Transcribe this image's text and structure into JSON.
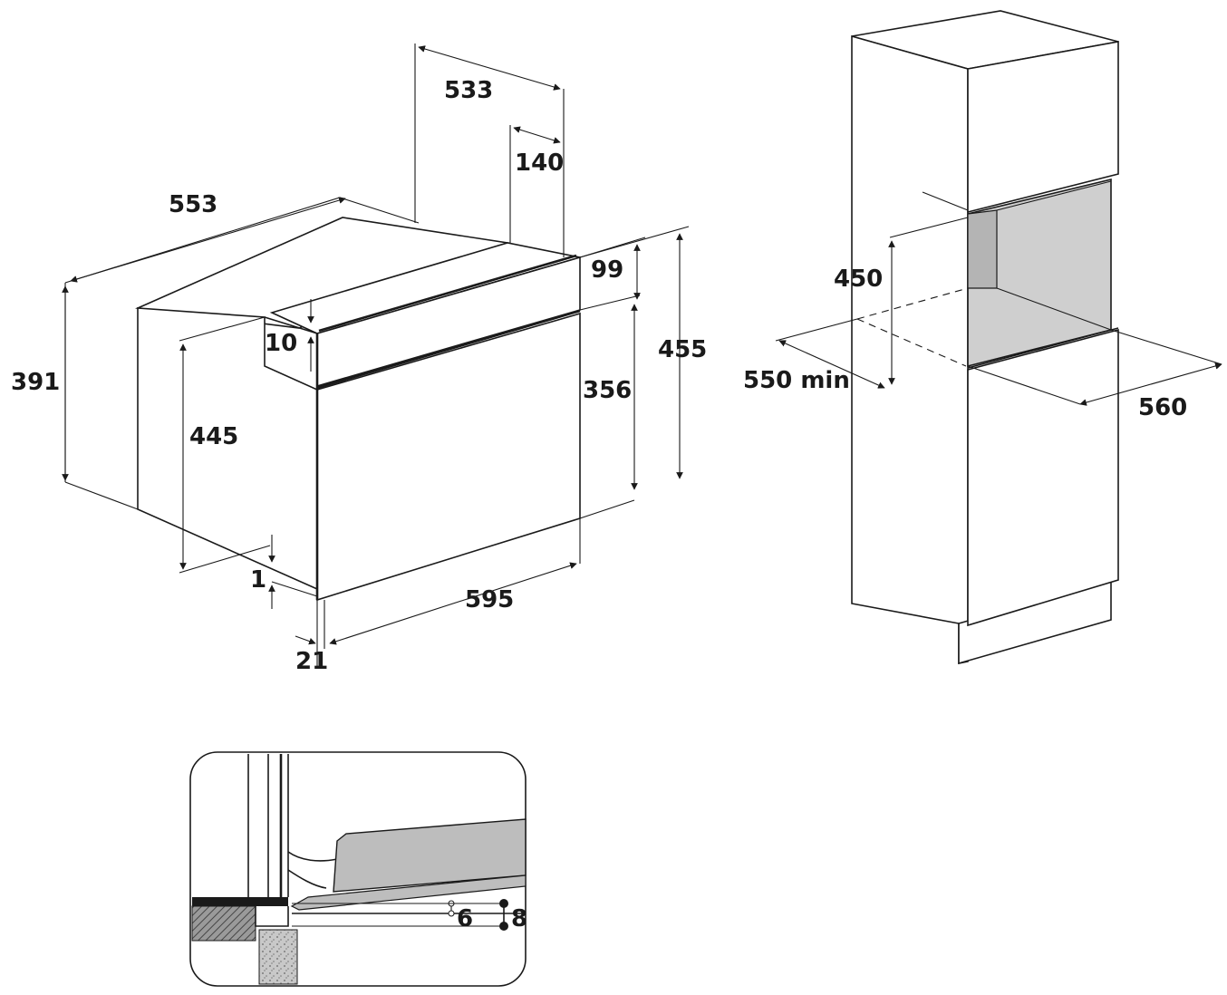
{
  "oven_dimensions": {
    "d533": "533",
    "d140": "140",
    "d553": "553",
    "d99": "99",
    "d455": "455",
    "d391": "391",
    "d10": "10",
    "d356": "356",
    "d445": "445",
    "d1": "1",
    "d595": "595",
    "d21": "21"
  },
  "cabinet_dimensions": {
    "d450": "450",
    "d550min": "550 min",
    "d560": "560"
  },
  "detail_dimensions": {
    "d6": "6",
    "d8": "8"
  },
  "colors": {
    "line": "#1a1a1a",
    "niche_grey": "#cfcfcf",
    "detail_grey": "#bdbdbd"
  }
}
